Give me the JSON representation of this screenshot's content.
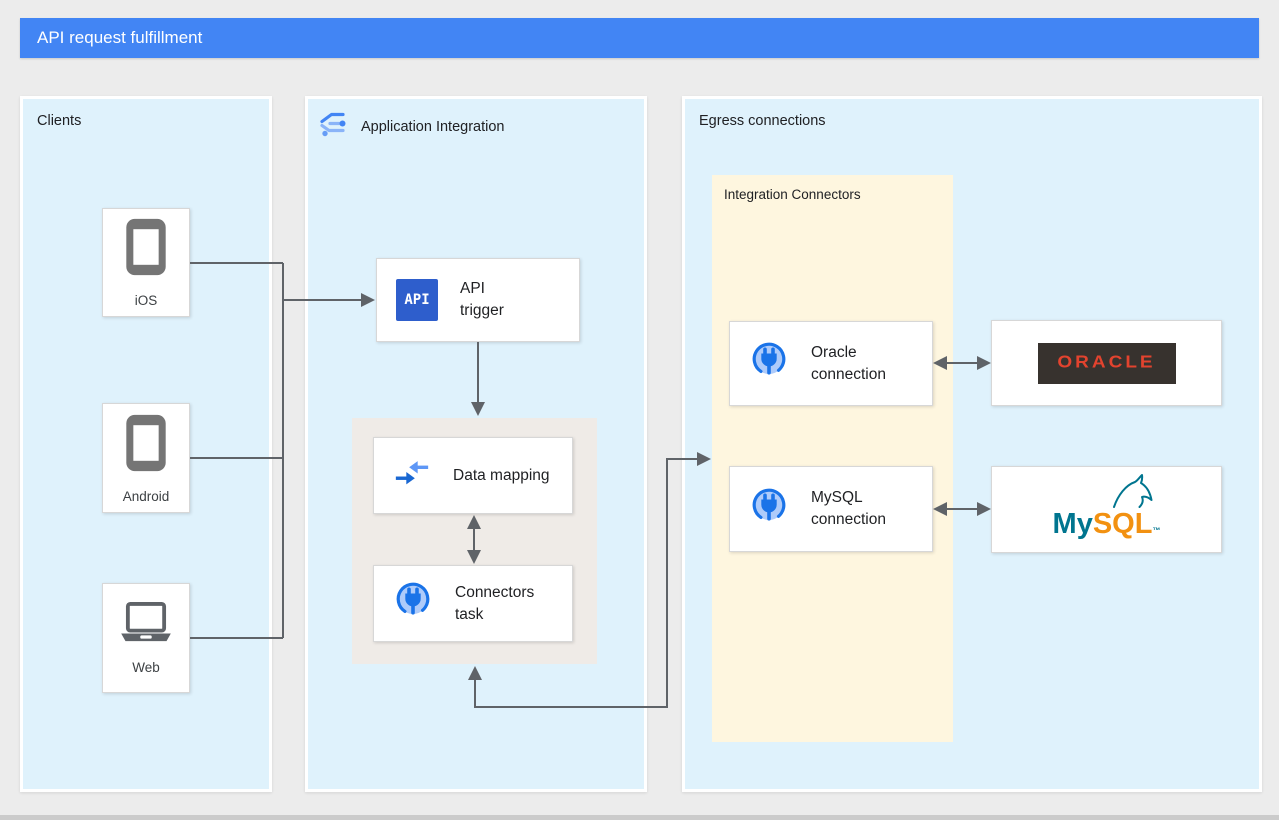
{
  "header": {
    "title": "API request fulfillment"
  },
  "clients": {
    "label": "Clients",
    "items": [
      {
        "label": "iOS",
        "icon": "smartphone-icon"
      },
      {
        "label": "Android",
        "icon": "smartphone-icon"
      },
      {
        "label": "Web",
        "icon": "laptop-icon"
      }
    ]
  },
  "integration": {
    "label": "Application Integration",
    "icon": "application-integration-icon",
    "api_trigger": {
      "badge": "API",
      "label": "API trigger"
    },
    "data_mapping": {
      "label": "Data mapping",
      "icon": "data-mapping-icon"
    },
    "connectors_task": {
      "label": "Connectors task",
      "icon": "connector-plug-icon"
    }
  },
  "egress": {
    "label": "Egress connections",
    "connectors_panel": {
      "label": "Integration Connectors",
      "oracle": {
        "label": "Oracle connection",
        "icon": "connector-plug-icon"
      },
      "mysql": {
        "label": "MySQL connection",
        "icon": "connector-plug-icon"
      }
    },
    "oracle_logo": {
      "text": "ORACLE"
    },
    "mysql_logo": {
      "my": "My",
      "sql": "SQL",
      "tm": "™"
    }
  },
  "colors": {
    "header_bg": "#4285F4",
    "panel_blue": "#DFF2FC",
    "group_gray": "#EFEBE7",
    "connectors_yellow": "#FEF6DF",
    "arrow_gray": "#5F6368",
    "api_badge_blue": "#2E5ECC",
    "google_blue": "#4285F4",
    "light_blue_accent": "#AECBFA",
    "plug_blue": "#1A73E8",
    "oracle_red": "#E2432E",
    "oracle_badge_bg": "#37322E",
    "mysql_teal": "#00758F",
    "mysql_orange": "#F29111",
    "device_gray": "#757575"
  }
}
